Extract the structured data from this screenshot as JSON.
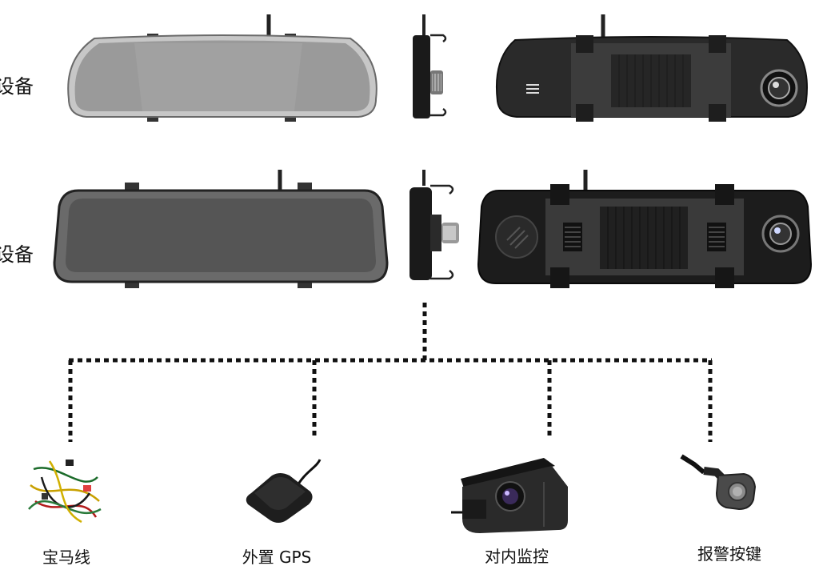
{
  "row_labels": {
    "row1": "设备",
    "row2": "设备"
  },
  "accessories": [
    {
      "id": "harness",
      "label": "宝马线"
    },
    {
      "id": "gps",
      "label": "外置 GPS"
    },
    {
      "id": "cabin-camera",
      "label": "对内监控"
    },
    {
      "id": "alarm-button",
      "label": "报警按键"
    }
  ],
  "colors": {
    "connector": "#111111",
    "device_dark": "#1c1c1c",
    "device_mid": "#3a3a3a",
    "mirror_grey": "#8e8e8e"
  }
}
